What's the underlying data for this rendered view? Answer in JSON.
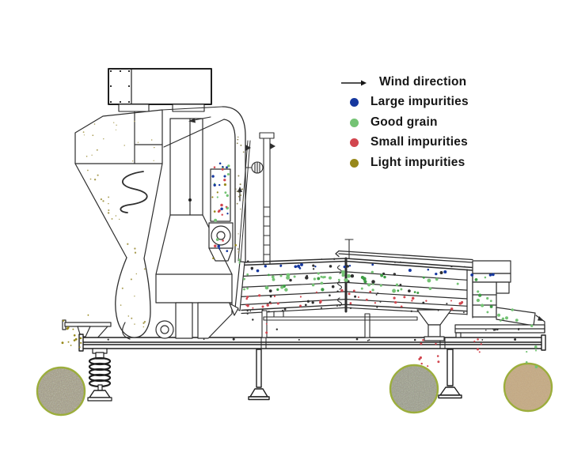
{
  "legend": {
    "wind_label": "Wind direction",
    "items": [
      {
        "name": "large-impurities",
        "label": "Large impurities",
        "color": "#16389f"
      },
      {
        "name": "good-grain",
        "label": "Good grain",
        "color": "#74c374"
      },
      {
        "name": "small-impurities",
        "label": "Small impurities",
        "color": "#d2464f"
      },
      {
        "name": "light-impurities",
        "label": "Light impurities",
        "color": "#97881a"
      }
    ]
  },
  "colors": {
    "line": "#2e2e2e",
    "large": "#16389f",
    "good": "#74c374",
    "good_dark": "#3d9c44",
    "small": "#d2464f",
    "light": "#97881a",
    "dark": "#303030",
    "speck": "#a89c52",
    "tiny": "#8e8757",
    "sample_border": "#9cae3c"
  },
  "samples": [
    {
      "name": "sample-photo-left",
      "base_color": "#a49e84"
    },
    {
      "name": "sample-photo-middle",
      "base_color": "#9b9d88"
    },
    {
      "name": "sample-photo-right",
      "base_color": "#c7a97d"
    }
  ],
  "particles": [
    {
      "name": "deck-top-blue",
      "band": "deck",
      "x": [
        310,
        632
      ],
      "dy": [
        2,
        9
      ],
      "n": 26,
      "r": 1.6,
      "color": [
        "large",
        "large",
        "large",
        "dark"
      ],
      "seed": 3
    },
    {
      "name": "deck-top-bolts",
      "band": "deck",
      "x": [
        310,
        590
      ],
      "dy": [
        -4.5,
        -3
      ],
      "n": 10,
      "r": 1.0,
      "color": "dark",
      "seed": 60
    },
    {
      "name": "deck-green-upper",
      "band": "deck",
      "x": [
        308,
        586
      ],
      "dy": [
        11,
        22
      ],
      "n": 34,
      "r": 1.9,
      "color": [
        "good",
        "good",
        "good_dark",
        "good",
        "dark"
      ],
      "seed": 5
    },
    {
      "name": "deck-green-lower",
      "band": "deck",
      "x": [
        308,
        586
      ],
      "dy": [
        24,
        36
      ],
      "n": 32,
      "r": 1.9,
      "color": [
        "good",
        "good_dark",
        "good",
        "good",
        "dark"
      ],
      "seed": 8
    },
    {
      "name": "deck-red-upper",
      "band": "deck",
      "x": [
        308,
        586
      ],
      "dy": [
        38,
        47
      ],
      "n": 26,
      "r": 1.35,
      "color": [
        "small",
        "small",
        "small",
        "dark"
      ],
      "seed": 12
    },
    {
      "name": "deck-red-lower",
      "band": "deck",
      "x": [
        308,
        586
      ],
      "dy": [
        48,
        56
      ],
      "n": 24,
      "r": 1.35,
      "color": [
        "small",
        "small",
        "dark"
      ],
      "seed": 14
    },
    {
      "name": "deck-bolt-row",
      "band": "deck",
      "x": [
        306,
        590
      ],
      "dy": [
        58,
        62
      ],
      "n": 14,
      "r": 1.1,
      "color": "dark",
      "seed": 16
    },
    {
      "name": "feed-mix",
      "x": [
        268,
        289
      ],
      "y": [
        204,
        279
      ],
      "n": 30,
      "r": 1.5,
      "color": [
        "large",
        "good",
        "small",
        "light",
        "good",
        "large",
        "small"
      ],
      "seed": 19
    },
    {
      "name": "feed-mix-lower",
      "x": [
        268,
        305
      ],
      "y": [
        300,
        334
      ],
      "n": 10,
      "r": 1.4,
      "color": [
        "good",
        "large",
        "small",
        "light"
      ],
      "seed": 22
    },
    {
      "name": "air-channel-dots",
      "x": [
        298,
        308
      ],
      "y": [
        172,
        326
      ],
      "n": 20,
      "r": 0.85,
      "color": "tiny",
      "seed": 25
    },
    {
      "name": "cyclone-speckle",
      "x": [
        102,
        202
      ],
      "y": [
        152,
        204
      ],
      "n": 18,
      "r": 0.8,
      "color": "speck",
      "seed": 28
    },
    {
      "name": "funnel-speckle",
      "from": [
        103,
        212
      ],
      "to": [
        162,
        322
      ],
      "jx": [
        2,
        16
      ],
      "n": 16,
      "r": 0.95,
      "color": "speck",
      "seed": 31
    },
    {
      "name": "bag-speckle",
      "x": [
        150,
        187
      ],
      "y": [
        336,
        418
      ],
      "n": 12,
      "r": 0.9,
      "color": "speck",
      "seed": 34
    },
    {
      "name": "light-impurities-fall",
      "x": [
        78,
        116
      ],
      "y": [
        392,
        448
      ],
      "n": 14,
      "r": 1.15,
      "color": "light",
      "seed": 37
    },
    {
      "name": "head-good-grain",
      "x": [
        599,
        625
      ],
      "y": [
        350,
        398
      ],
      "n": 10,
      "r": 1.8,
      "color": [
        "good",
        "good",
        "good_dark"
      ],
      "seed": 40
    },
    {
      "name": "chute-good-grain",
      "x": [
        630,
        672
      ],
      "y": [
        391,
        406
      ],
      "n": 6,
      "r": 1.6,
      "color": "good",
      "seed": 43
    },
    {
      "name": "good-grain-fall",
      "x": [
        664,
        678
      ],
      "y": [
        410,
        468
      ],
      "n": 6,
      "r": 1.5,
      "color": "good",
      "seed": 46
    },
    {
      "name": "small-impurities-fall",
      "x": [
        528,
        556
      ],
      "y": [
        428,
        470
      ],
      "n": 9,
      "r": 1.3,
      "color": "small",
      "seed": 49
    },
    {
      "name": "small-impurities-right",
      "x": [
        594,
        608
      ],
      "y": [
        423,
        448
      ],
      "n": 5,
      "r": 1.25,
      "color": "small",
      "seed": 52
    },
    {
      "name": "under-deck-left-dots",
      "x": [
        318,
        352
      ],
      "y": [
        400,
        428
      ],
      "n": 4,
      "r": 1.2,
      "color": [
        "small",
        "dark"
      ],
      "seed": 55
    },
    {
      "name": "tray-bolts",
      "x": [
        582,
        680
      ],
      "y": [
        414,
        418
      ],
      "n": 7,
      "r": 1.1,
      "color": "dark",
      "seed": 58
    },
    {
      "name": "frame-bolts",
      "x": [
        115,
        680
      ],
      "y": [
        429,
        431
      ],
      "n": 10,
      "r": 1.2,
      "color": "dark",
      "seed": 62
    }
  ]
}
